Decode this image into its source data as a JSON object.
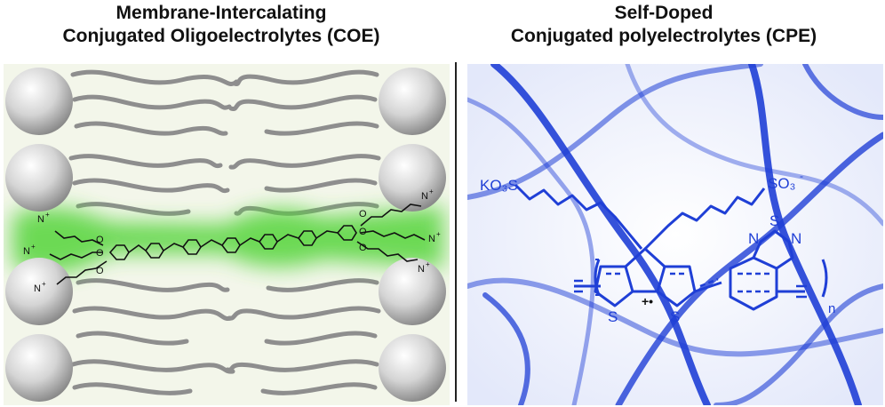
{
  "left": {
    "title_line1": "Membrane-Intercalating",
    "title_line2": "Conjugated Oligoelectrolytes (COE)",
    "ammonium_label": "N",
    "charge": "+",
    "oxygen_label": "O"
  },
  "right": {
    "title_line1": "Self-Doped",
    "title_line2": "Conjugated polyelectrolytes (CPE)",
    "ko3s_label": "KO₃S",
    "so3_label": "SO₃",
    "so3_charge": "-",
    "sulfur_label": "S",
    "nitrogen_label": "N",
    "radical_cation": "+•",
    "repeat_n": "n"
  },
  "colors": {
    "membrane_bg": "#f3f6ea",
    "glow": "#55d43a",
    "tail": "#8c8c8c",
    "head": "#d9d9d9",
    "polymer": "#1f3fd6",
    "right_bg": "#eceffb"
  }
}
